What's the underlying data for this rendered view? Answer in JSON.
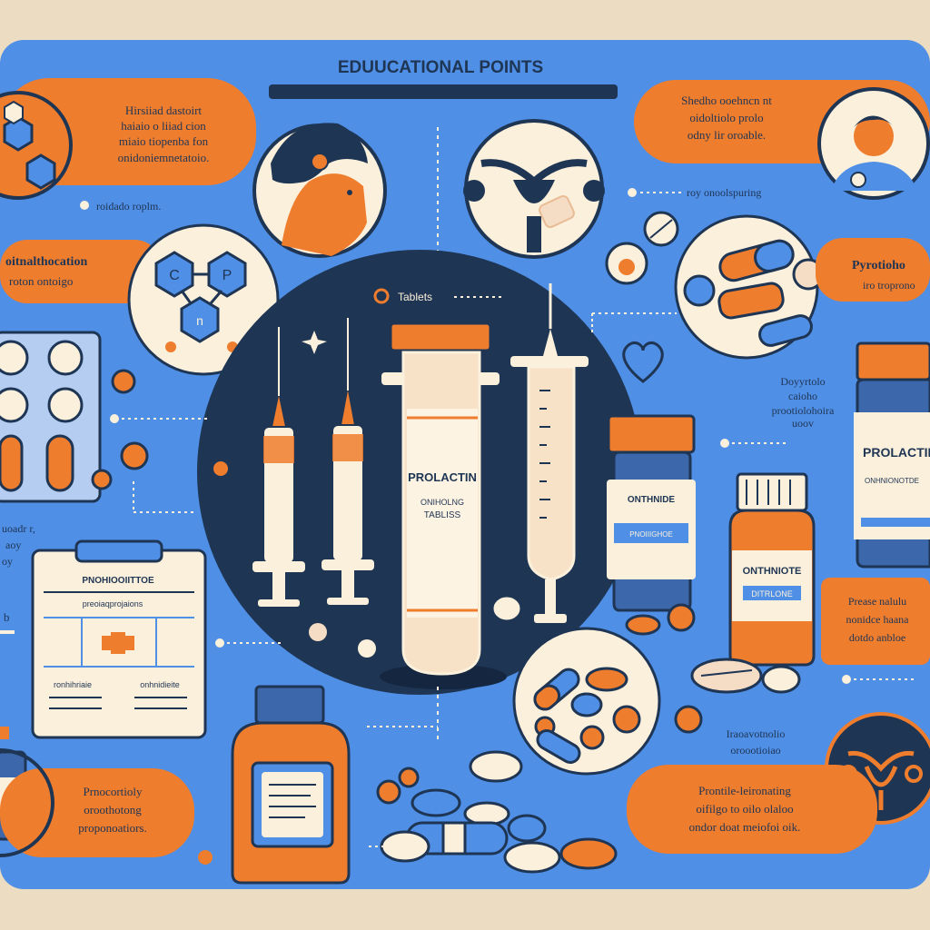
{
  "header": {
    "title": "EDUUCATIONAL POINTS"
  },
  "callouts": {
    "top_left": [
      "Hirsiiad dastoirt",
      "haiaio o liiad cion",
      "miaio tiopenba fon",
      "onidoniemnetatoio."
    ],
    "top_left_bullet": "roidado roplm.",
    "top_right": [
      "Shedho ooehncn nt",
      "oidoltiolo prolo",
      "odny lir oroable."
    ],
    "top_right_bullet": "roy onoolspuring",
    "mid_left": [
      "oitnalthocation",
      "roton ontoigo"
    ],
    "mid_right": [
      "Pyrotioho",
      "iro troprono"
    ],
    "right_text": [
      "Doyyrtolo",
      "caioho",
      "prootiolohoira",
      "uoov"
    ],
    "far_left": [
      "uoadr r,",
      "aoy",
      "oy"
    ],
    "far_left_b": "b",
    "right_lower_box": [
      "Prease nalulu",
      "nonidce haana",
      "dotdo anbloe"
    ],
    "right_mid_text": [
      "Iraoavotnolio",
      "oroootioiao"
    ],
    "bottom_left_box": [
      "Prnocortioly",
      "oroothotong",
      "proponoatiors."
    ],
    "bottom_right_box": [
      "Prontile-leironating",
      "oifilgo to oilo olaloo",
      "ondor doat meiofoi oik."
    ]
  },
  "tablets_label": "Tablets",
  "tube": {
    "label_1": "PROLACTIN",
    "label_2": "ONIHOLNG",
    "label_3": "TABLISS"
  },
  "bottle_small": {
    "label": "ONTHNIDE",
    "sub": "PNOIIIGHOE"
  },
  "bottle_right": {
    "label": "PROLACTIN",
    "sub": "ONHNIONOTDE"
  },
  "bottle_orange": {
    "label": "ONTHNIOTE",
    "sub": "DITRLONE"
  },
  "clipboard": {
    "title": "PNOHIOOIITTOE",
    "subtitle": "preoiaqprojaions",
    "col_a": "ronhihriaie",
    "col_b": "onhnidieite"
  },
  "molecule_letters": [
    "C",
    "P",
    "n"
  ],
  "colors": {
    "blue": "#4f8fe6",
    "navy": "#1f3554",
    "orange": "#ef7d2e",
    "cream": "#fbf0db",
    "beige": "#ecdcc2"
  }
}
